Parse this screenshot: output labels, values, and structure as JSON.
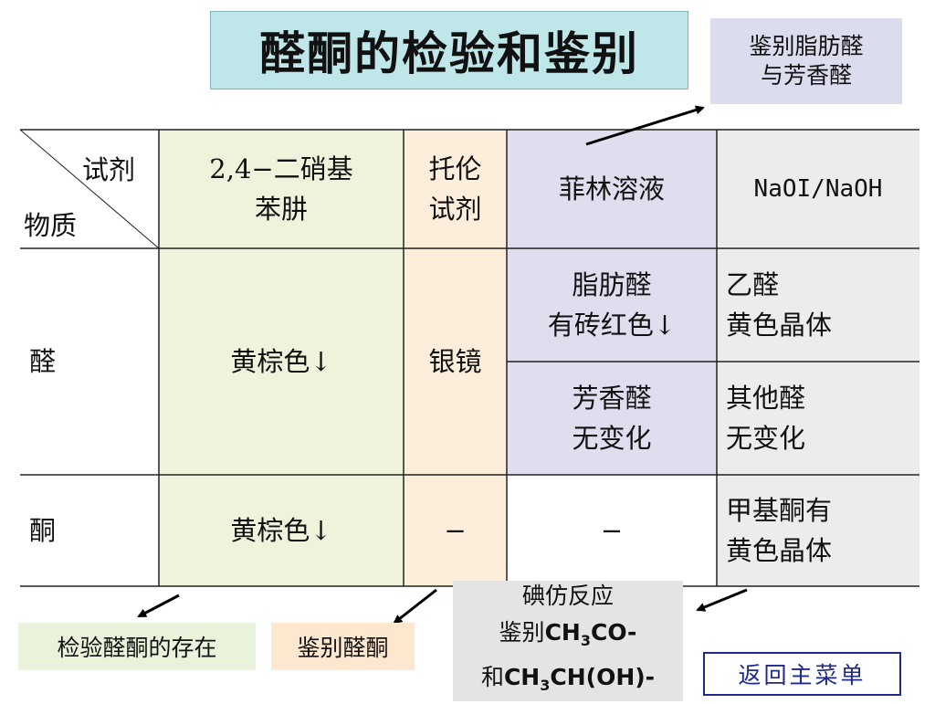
{
  "title": "醛酮的检验和鉴别",
  "notes": {
    "top_right": "鉴别脂肪醛\n与芳香醛",
    "bottom_green": "检验醛酮的存在",
    "bottom_peach": "鉴别醛酮",
    "iodoform_line1": "碘仿反应",
    "iodoform_line2_prefix": "鉴别",
    "iodoform_line2_chem_a": "CH",
    "iodoform_line2_sub": "3",
    "iodoform_line2_chem_b": "CO-",
    "iodoform_line3_prefix": "和",
    "iodoform_line3_chem_a": "CH",
    "iodoform_line3_sub": "3",
    "iodoform_line3_chem_b": "CH(OH)-"
  },
  "menu_button": "返回主菜单",
  "table": {
    "header_reagent": "试剂",
    "header_substance": "物质",
    "columns": [
      "2,4−二硝基\n苯肼",
      "托伦\n试剂",
      "菲林溶液",
      "NaOI/NaOH"
    ],
    "rows": {
      "aldehyde_label": "醛",
      "ketone_label": "酮",
      "aldehyde_dnp": "黄棕色↓",
      "aldehyde_tollens": "银镜",
      "aldehyde_fehling_aliphatic": "脂肪醛\n有砖红色↓",
      "aldehyde_fehling_aromatic": "芳香醛\n无变化",
      "aldehyde_naoi_acetaldehyde": "乙醛\n黄色晶体",
      "aldehyde_naoi_other": "其他醛\n无变化",
      "ketone_dnp": "黄棕色↓",
      "ketone_tollens": "−",
      "ketone_fehling": "−",
      "ketone_naoi": "甲基酮有\n黄色晶体"
    }
  },
  "colors": {
    "title_bg": "#bfe6e8",
    "green": "#eef4dc",
    "peach": "#fdeddb",
    "lavender": "#dedeef",
    "gray": "#ececec",
    "menu_border": "#1f2a8a"
  }
}
